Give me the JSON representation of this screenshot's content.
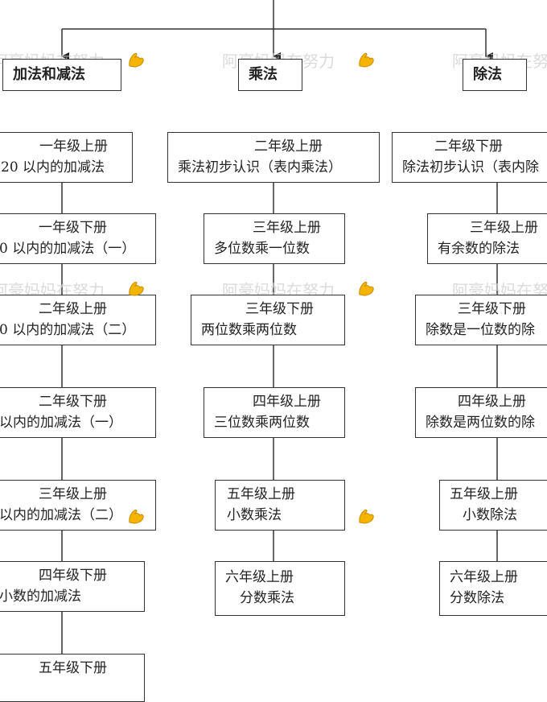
{
  "headers": {
    "add": "加法和减法",
    "mul": "乘法",
    "div": "除法"
  },
  "add_column": [
    {
      "grade": "一年级上册",
      "topic": "20 以内的加减法"
    },
    {
      "grade": "一年级下册",
      "topic": "0 以内的加减法（一）"
    },
    {
      "grade": "二年级上册",
      "topic": "0 以内的加减法（二）"
    },
    {
      "grade": "二年级下册",
      "topic": "以内的加减法（一）"
    },
    {
      "grade": "三年级上册",
      "topic": "以内的加减法（二）"
    },
    {
      "grade": "四年级下册",
      "topic": "小数的加减法"
    },
    {
      "grade": "五年级下册",
      "topic": ""
    }
  ],
  "mul_column": [
    {
      "grade": "二年级上册",
      "topic": "乘法初步认识（表内乘法）"
    },
    {
      "grade": "三年级上册",
      "topic": "多位数乘一位数"
    },
    {
      "grade": "三年级下册",
      "topic": "两位数乘两位数"
    },
    {
      "grade": "四年级上册",
      "topic": "三位数乘两位数"
    },
    {
      "grade": "五年级上册",
      "topic": "小数乘法"
    },
    {
      "grade": "六年级上册",
      "topic": "分数乘法"
    }
  ],
  "div_column": [
    {
      "grade": "二年级下册",
      "topic": "除法初步认识（表内除"
    },
    {
      "grade": "三年级上册",
      "topic": "有余数的除法"
    },
    {
      "grade": "三年级下册",
      "topic": "除数是一位数的除"
    },
    {
      "grade": "四年级上册",
      "topic": "除数是两位数的除"
    },
    {
      "grade": "五年级上册",
      "topic": "小数除法"
    },
    {
      "grade": "六年级上册",
      "topic": "分数除法"
    }
  ],
  "watermark": {
    "text": "阿豪妈妈在努力",
    "icon": "flexed-biceps-icon"
  }
}
